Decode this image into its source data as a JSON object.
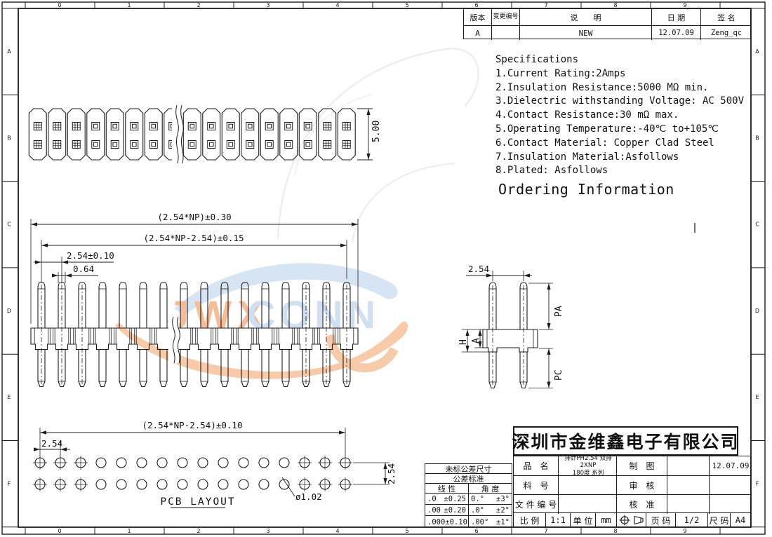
{
  "sheet": {
    "grid_numbers": [
      "0",
      "1",
      "2",
      "3",
      "4",
      "5",
      "6",
      "7",
      "8",
      "9"
    ],
    "grid_letters": [
      "A",
      "B",
      "C",
      "D",
      "E",
      "F"
    ]
  },
  "revision_table": {
    "headers": {
      "version": "版本",
      "change_no": "变更编号",
      "description": "说　　明",
      "date": "日 期",
      "signature": "签 名"
    },
    "row": {
      "version": "A",
      "change_no": "",
      "description": "NEW",
      "date": "12.07.09",
      "signature": "Zeng_qc"
    }
  },
  "specifications": {
    "title": "Specifications",
    "items": [
      "1.Current Rating:2Amps",
      "2.Insulation Resistance:5000 MΩ min.",
      "3.Dielectric withstanding Voltage: AC 500V",
      "4.Contact Resistance:30 mΩ max.",
      "5.Operating Temperature:-40℃ to+105℃",
      "6.Contact Material: Copper Clad Steel",
      "7.Insulation Material:Asfollows",
      "8.Plated: Asfollows"
    ]
  },
  "ordering_information": "Ordering Information",
  "drawings": {
    "top_view": {
      "segment_count": 17,
      "hatched_segments": [
        0,
        1,
        2,
        15,
        16
      ],
      "dim_height": "5.00"
    },
    "front_view": {
      "pin_count": 16,
      "centerline_pins": [
        0,
        1,
        2,
        13,
        14,
        15
      ],
      "dim_overall": "(2.54*NP)±0.30",
      "dim_pins": "(2.54*NP-2.54)±0.15",
      "dim_pitch": "2.54±0.10",
      "dim_pin_width": "0.64"
    },
    "side_view": {
      "dim_pitch": "2.54",
      "dim_pa": "PA",
      "dim_h": "H",
      "dim_a": "A",
      "dim_pc": "PC"
    },
    "pcb_layout": {
      "holes_per_row": 16,
      "rows": 2,
      "crosshair_holes": [
        0,
        1,
        2,
        13,
        14,
        15
      ],
      "title": "PCB LAYOUT",
      "dim_span": "(2.54*NP-2.54)±0.10",
      "dim_pitch": "2.54",
      "dim_row_pitch": "2.54",
      "dim_hole": "ø1.02"
    }
  },
  "watermark": {
    "text_left": "JWX",
    "text_right": "CONN",
    "color_left": "#f5b183",
    "color_right": "#c8daf0"
  },
  "title_block": {
    "company": "深圳市金维鑫电子有限公司",
    "product_label": "品　名",
    "product_value_line1": "排针PH2.54 双排 2XNP",
    "product_value_line2": "180度 系列",
    "part_no_label": "料　号",
    "doc_no_label": "文 件 编 号",
    "drawn_label": "制　图",
    "drawn_date": "12.07.09",
    "checked_label": "审　核",
    "approved_label": "核　准",
    "scale_label": "比 例",
    "scale_value": "1:1",
    "unit_label": "单 位",
    "unit_value": "mm",
    "page_label": "页 码",
    "page_value": "1/2",
    "size_label": "尺 码",
    "size_value": "A4"
  },
  "tolerance_table": {
    "title_line1": "未标公差尺寸",
    "title_line2": "公差标准",
    "col_linear": "线 性",
    "col_angle": "角 度",
    "rows": [
      [
        ".0",
        "±0.25",
        "0.°",
        "±3°"
      ],
      [
        ".00",
        "±0.20",
        ".0°",
        "±2°"
      ],
      [
        ".000",
        "±0.10",
        ".00°",
        "±1°"
      ]
    ]
  }
}
